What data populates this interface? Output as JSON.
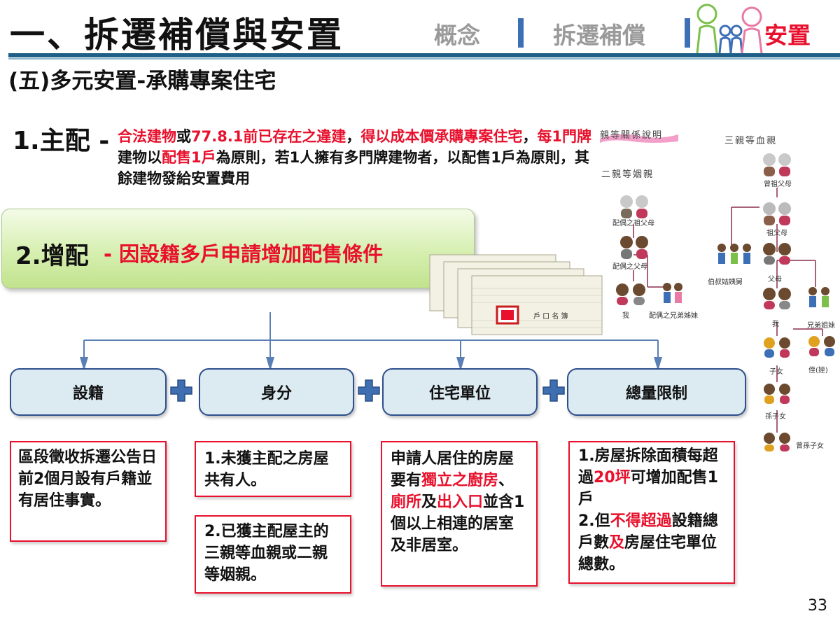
{
  "header": {
    "title": "一、拆遷補償與安置",
    "nav": [
      {
        "label": "概念",
        "active": false
      },
      {
        "label": "拆遷補償",
        "active": false
      },
      {
        "label": "安置",
        "active": true
      }
    ],
    "subtitle": "(五)多元安置-承購專案住宅"
  },
  "item1": {
    "label": "1.主配 -",
    "segments": [
      {
        "text": "合法建物",
        "red": true
      },
      {
        "text": "或",
        "red": false
      },
      {
        "text": "77.8.1前已存在之違建",
        "red": true
      },
      {
        "text": "，",
        "red": false
      },
      {
        "text": "得以成本價承購專案住宅",
        "red": true
      },
      {
        "text": "，",
        "red": false
      },
      {
        "text": "每1門牌",
        "red": true
      },
      {
        "text": "建物以",
        "red": false
      },
      {
        "text": "配售1戶",
        "red": true
      },
      {
        "text": "為原則，若1人擁有多門牌建物者，以配售1戶為原則，其餘建物發給安置費用",
        "red": false
      }
    ]
  },
  "item2": {
    "label": "2.增配",
    "text": "- 因設籍多戶申請增加配售條件"
  },
  "document": {
    "stamp_text": "戶 口 名 簿"
  },
  "categories": [
    {
      "label": "設籍"
    },
    {
      "label": "身分"
    },
    {
      "label": "住宅單位"
    },
    {
      "label": "總量限制"
    }
  ],
  "details": {
    "household": [
      {
        "text": "區段徵收拆遷公告日前2個月設有戶籍並有居住事實。",
        "red": false
      }
    ],
    "identity_1": [
      {
        "text": "1.未獲主配之房屋共有人。",
        "red": false
      }
    ],
    "identity_2": [
      {
        "text": "2.已獲主配屋主的三親等血親或二親等姻親。",
        "red": false
      }
    ],
    "unit": [
      {
        "text": "申請人居住的房屋要有",
        "red": false
      },
      {
        "text": "獨立之廚房",
        "red": true
      },
      {
        "text": "、",
        "red": false
      },
      {
        "text": "廁所",
        "red": true
      },
      {
        "text": "及",
        "red": false
      },
      {
        "text": "出入口",
        "red": true
      },
      {
        "text": "並含1個以上相連的居室及非居室。",
        "red": false
      }
    ],
    "total_1": [
      {
        "text": "1.房屋拆除面積每超過",
        "red": false
      },
      {
        "text": "20坪",
        "red": true
      },
      {
        "text": "可增加配售1戶",
        "red": false
      }
    ],
    "total_2": [
      {
        "text": "2.但",
        "red": false
      },
      {
        "text": "不得超過",
        "red": true
      },
      {
        "text": "設籍總戶數",
        "red": false
      },
      {
        "text": "及",
        "red": true
      },
      {
        "text": "房屋住宅單位總數。",
        "red": false
      }
    ]
  },
  "family_chart": {
    "caption_main": "親等關係說明",
    "caption_affinity": "二親等姻親",
    "caption_blood": "三親等血親",
    "labels": {
      "great_grandparents": "曾祖父母",
      "grandparents": "祖父母",
      "spouse_grandparents": "配偶之祖父母",
      "spouse_parents": "配偶之父母",
      "uncles_aunts": "伯叔姑姨舅",
      "parents": "父母",
      "me_left": "我",
      "spouse_siblings": "配偶之兄弟姊妹",
      "me": "我",
      "siblings": "兄弟姐妹",
      "children": "子女",
      "nephews": "侄(姪)",
      "grandchildren": "孫子女",
      "great_grandchildren": "曾孫子女"
    }
  },
  "colors": {
    "accent_red": "#e8102c",
    "nav_blue": "#3d6fb6",
    "box_border": "#2d4f8b",
    "box_fill": "#dcebf2",
    "green_box": "#c8e6a0"
  },
  "page_number": "33"
}
